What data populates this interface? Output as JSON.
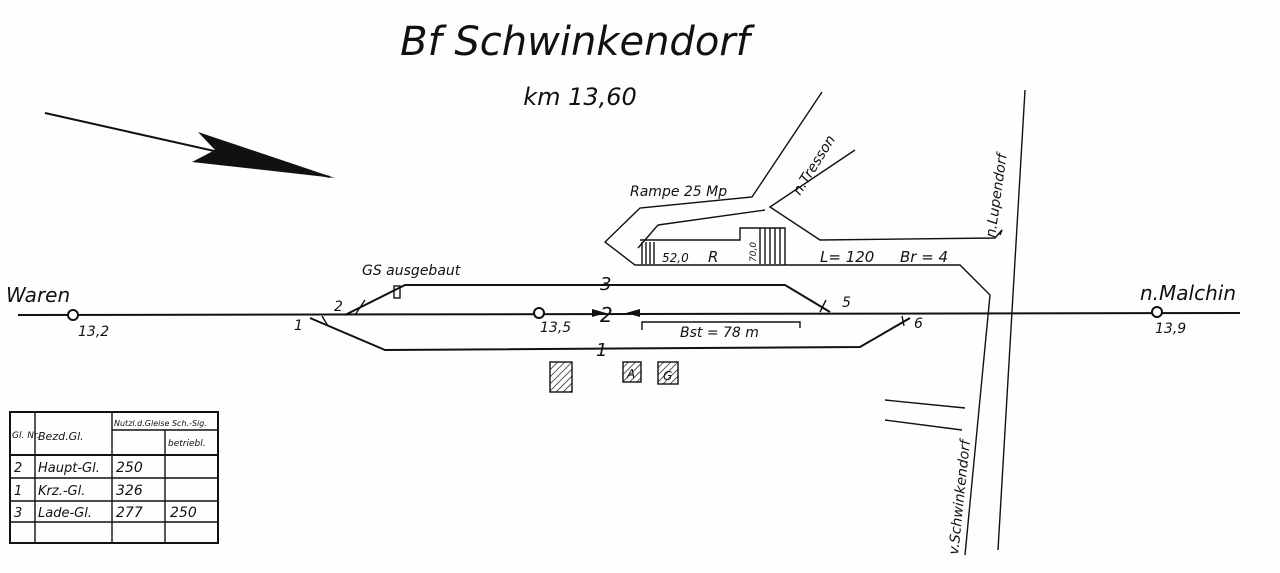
{
  "title": "Bf Schwinkendorf",
  "km": "km 13,60",
  "labels": {
    "waren": "Waren",
    "malchin": "n.Malchin",
    "tresson": "n.Tresson",
    "lupendorf": "n.Lupendorf",
    "schwinkendorf": "v.Schwinkendorf",
    "rampe": "Rampe 25 Mp",
    "gs": "GS ausgebaut",
    "r": "R",
    "r_len": "52,0",
    "r_len2": "70,0",
    "l": "L= 120",
    "br": "Br = 4",
    "bst": "Bst = 78 m"
  },
  "km_posts": [
    "13,2",
    "13,5",
    "13,9"
  ],
  "switches": [
    "1",
    "2",
    "5",
    "6"
  ],
  "tracks": [
    "3",
    "2",
    "1"
  ],
  "buildings": [
    "A",
    "G"
  ],
  "table": {
    "headers": [
      "Gl. Nr.",
      "Bezd.Gl.",
      "Nutzl.d.Gleise Sch.-Sig.",
      "betriebl."
    ],
    "rows": [
      [
        "2",
        "Haupt-Gl.",
        "250",
        ""
      ],
      [
        "1",
        "Krz.-Gl.",
        "326",
        ""
      ],
      [
        "3",
        "Lade-Gl.",
        "277",
        "250"
      ],
      [
        "",
        "",
        "",
        ""
      ]
    ]
  }
}
